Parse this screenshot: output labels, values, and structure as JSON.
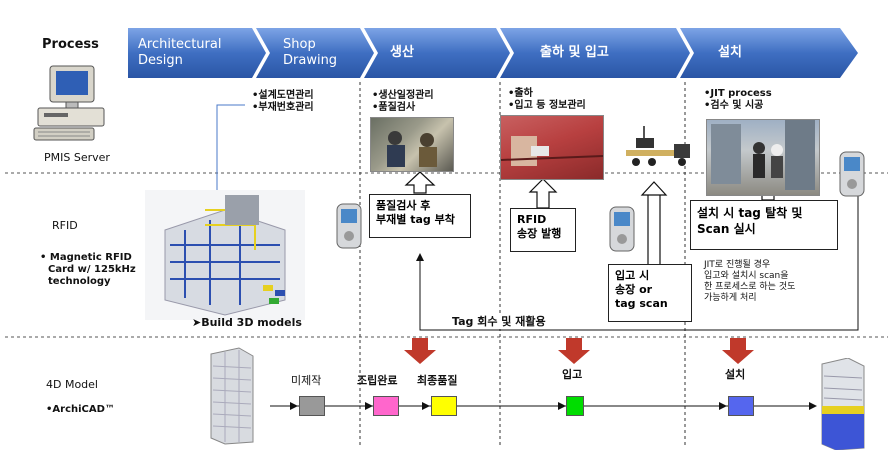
{
  "process_label": "Process",
  "pmis_server": "PMIS Server",
  "stages": [
    {
      "label_line1": "Architectural",
      "label_line2": "Design"
    },
    {
      "label_line1": "Shop",
      "label_line2": "Drawing"
    },
    {
      "label_line1": "생산",
      "label_line2": ""
    },
    {
      "label_line1": "출하 및 입고",
      "label_line2": ""
    },
    {
      "label_line1": "설치",
      "label_line2": ""
    }
  ],
  "design_notes": [
    "•설계도면관리",
    "•부재번호관리"
  ],
  "production_notes": [
    "•생산일정관리",
    "•품질검사"
  ],
  "shipping_notes": [
    "•출하",
    "•입고 등 정보관리"
  ],
  "install_notes": [
    "•JIT process",
    "•검수 및 시공"
  ],
  "rfid_label": "RFID",
  "rfid_desc": [
    "• Magnetic RFID",
    "Card w/ 125kHz",
    "technology"
  ],
  "build_3d": "➤Build 3D models",
  "box_tag_attach": [
    "품질검사 후",
    "부재별 tag 부착"
  ],
  "box_rfid_issue": [
    "RFID",
    "송장 발행"
  ],
  "box_receive": [
    "입고 시",
    "송장 or",
    "tag scan"
  ],
  "box_install": [
    "설치 시 tag 탈착 및",
    "Scan 실시"
  ],
  "jit_note": [
    "JIT로 진행될 경우",
    "입고와 설치시 scan을",
    "한 프로세스로 하는 것도",
    "가능하게 처리"
  ],
  "tag_recycle": "Tag 회수 및 재활용",
  "model_label": "4D Model",
  "archicad": "•ArchiCAD™",
  "model_states": [
    "미제작",
    "조립완료",
    "최종품질",
    "입고",
    "설치"
  ],
  "colors": {
    "arrow": "#4a78c9",
    "state_unmade": "#999999",
    "state_assembled": "#ff66cc",
    "state_final": "#ffff00",
    "state_received": "#00dd00",
    "state_installed": "#5566ee",
    "red_arrow": "#c0392b"
  }
}
